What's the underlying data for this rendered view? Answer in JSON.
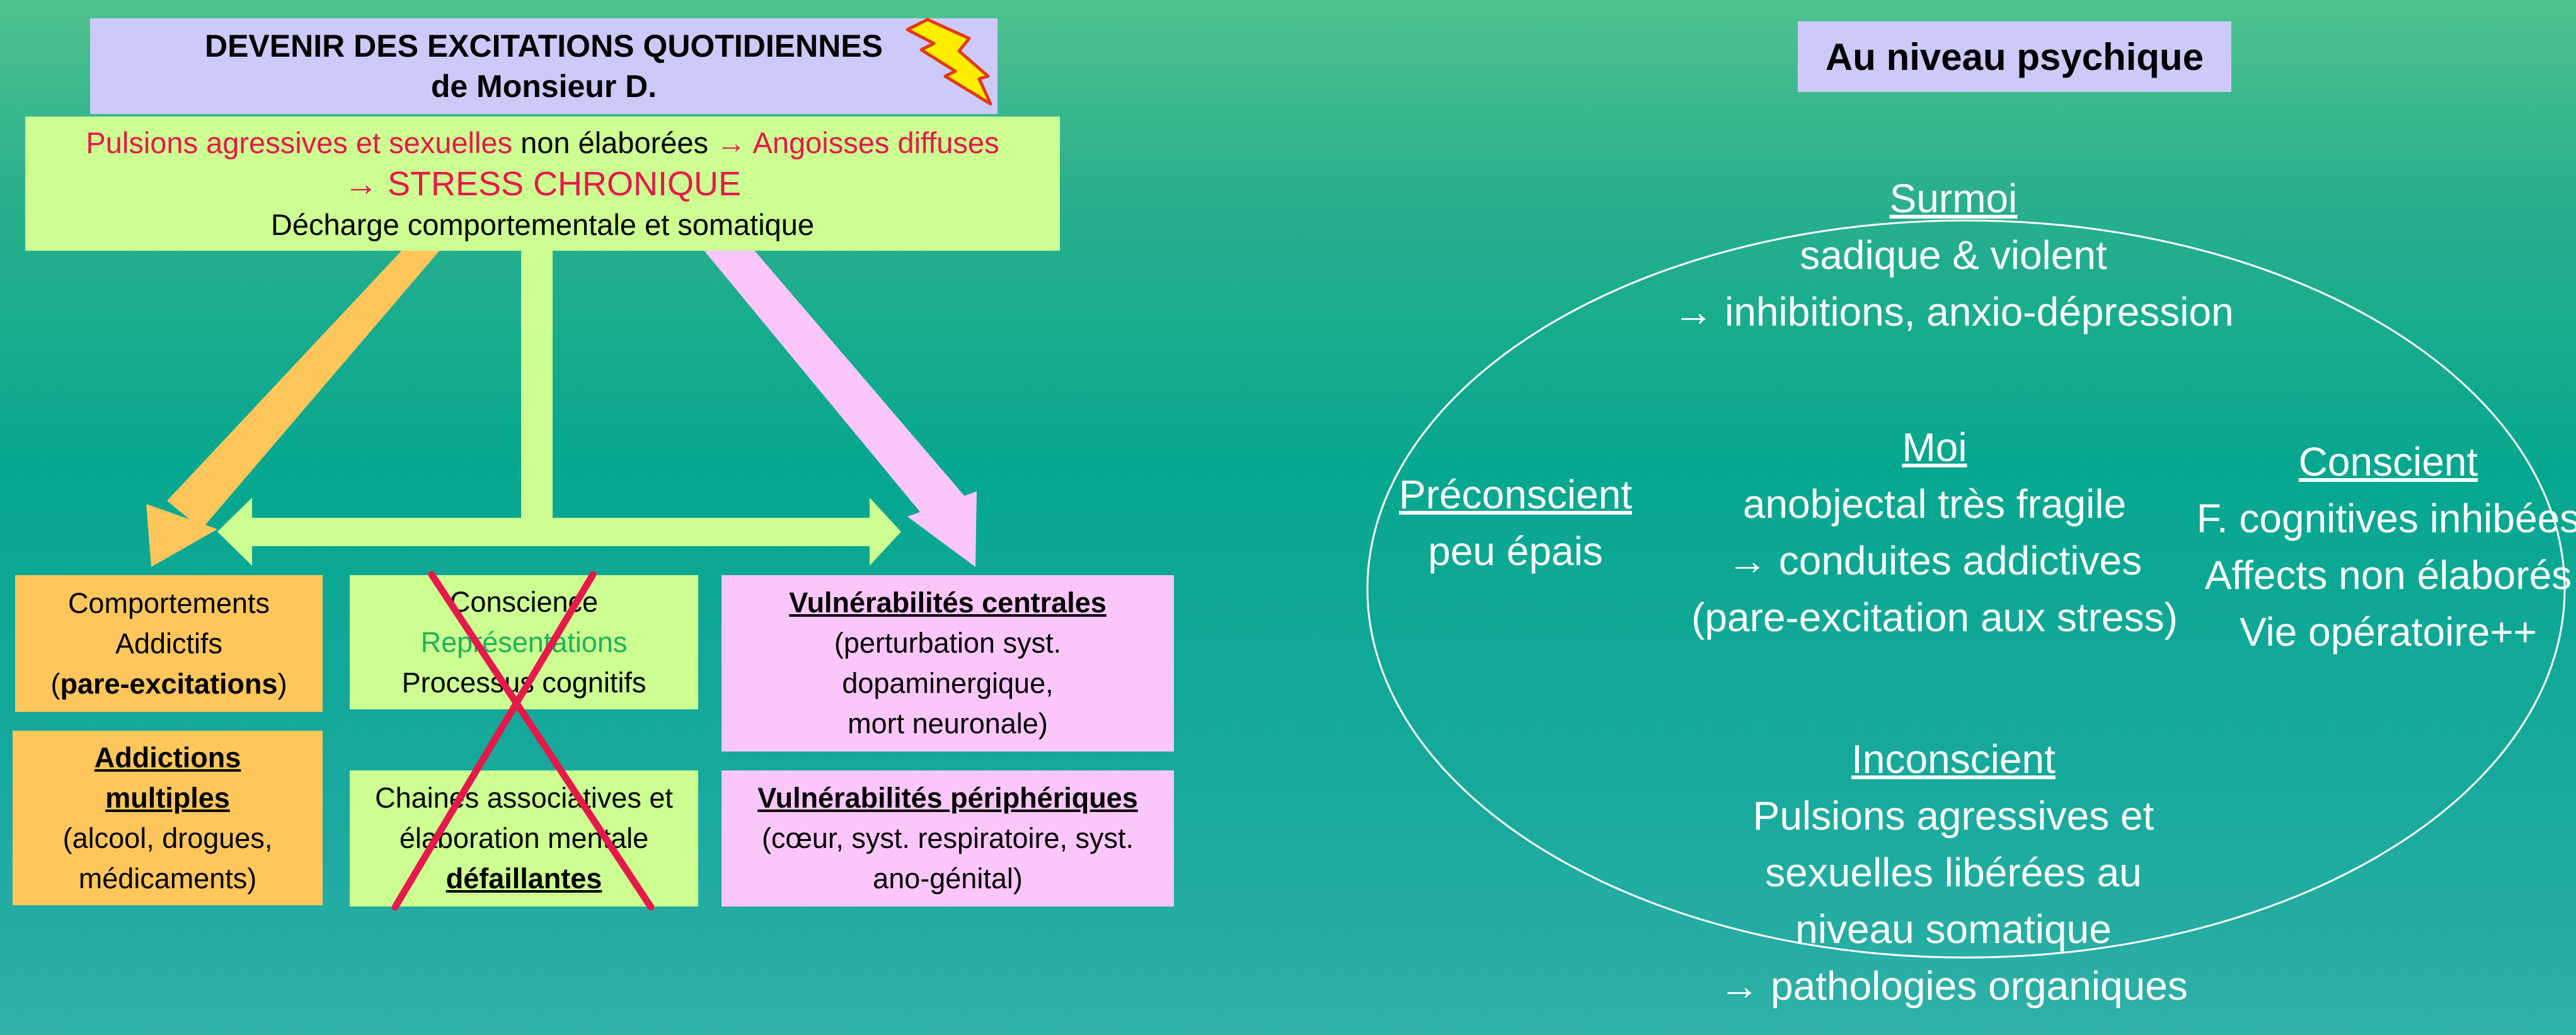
{
  "left": {
    "title": {
      "line1": "DEVENIR DES EXCITATIONS QUOTIDIENNES",
      "line2": "de Monsieur D."
    },
    "top": {
      "p1": "Pulsions agressives et sexuelles",
      "p2": " non élaborées ",
      "p3": "→ Angoisses diffuses",
      "stress": "→ STRESS CHRONIQUE",
      "decharge": "Décharge comportementale et somatique"
    },
    "comportements": {
      "l1": "Comportements",
      "l2": "Addictifs",
      "l3a": "(",
      "l3b": "pare-excitations",
      "l3c": ")"
    },
    "addictions": {
      "l1": "Addictions",
      "l2": "multiples",
      "l3": "(alcool, drogues,",
      "l4": "médicaments)"
    },
    "conscience": {
      "l1": "Conscience",
      "l2": "Représentations",
      "l3": "Processus cognitifs"
    },
    "chaines": {
      "l1": "Chaines associatives et",
      "l2": "élaboration mentale",
      "l3": "défaillantes"
    },
    "vuln_centrales": {
      "l1": "Vulnérabilités centrales",
      "l2": "(perturbation syst.",
      "l3": "dopaminergique,",
      "l4": "mort neuronale)"
    },
    "vuln_peripheriques": {
      "l1": "Vulnérabilités périphériques",
      "l2": "(cœur, syst. respiratoire, syst.",
      "l3": "ano-génital)"
    }
  },
  "right": {
    "title": "Au niveau psychique",
    "surmoi": {
      "head": "Surmoi",
      "l1": "sadique & violent",
      "l2": "→ inhibitions, anxio-dépression"
    },
    "preconscient": {
      "head": "Préconscient",
      "l1": "peu épais"
    },
    "moi": {
      "head": "Moi",
      "l1": "anobjectal très fragile",
      "l2": "→ conduites addictives",
      "l3": "(pare-excitation aux stress)"
    },
    "conscient": {
      "head": "Conscient",
      "l1": "F. cognitives inhibées",
      "l2": "Affects non élaborés",
      "l3": "Vie opératoire++"
    },
    "inconscient": {
      "head": "Inconscient",
      "l1": "Pulsions agressives et",
      "l2": "sexuelles libérées au",
      "l3": "niveau somatique",
      "l4": "→ pathologies organiques"
    }
  },
  "colors": {
    "orange": "#ffc65c",
    "light_green": "#ccfe92",
    "pink": "#fbc6fa",
    "lavender": "#cdc9f8",
    "red_text": "#e5194a",
    "green_text": "#1fb35a"
  },
  "icons": [
    "lightning-icon",
    "cross-out-mark"
  ]
}
